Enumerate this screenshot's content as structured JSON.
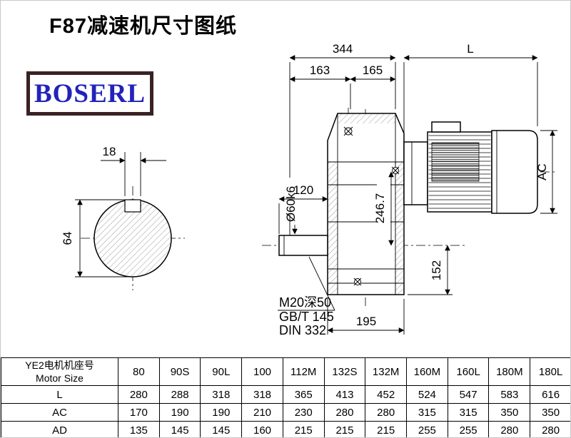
{
  "page": {
    "title": "F87减速机尺寸图纸",
    "logo_text": "BOSERL",
    "colors": {
      "logo_text": "#2222bb",
      "logo_border": "#3a2223"
    }
  },
  "drawing": {
    "dims": {
      "overall_width": "344",
      "motor_length": "L",
      "seg_left": "163",
      "seg_right": "165",
      "shaft_length": "120",
      "shaft_dia_callout": "Ø60k6",
      "axis_to_motor_center": "246.7",
      "axis_to_base": "152",
      "base_width": "195",
      "motor_dia": "AC",
      "keyway_width": "18",
      "shaft_end_dia": "64"
    },
    "notes": {
      "tapped_hole": "M20深50",
      "standard_1": "GB/T 145",
      "standard_2": "DIN 332"
    }
  },
  "table": {
    "header_cn": "YE2电机机座号",
    "header_en": "Motor Size",
    "sizes": [
      "80",
      "90S",
      "90L",
      "100",
      "112M",
      "132S",
      "132M",
      "160M",
      "160L",
      "180M",
      "180L"
    ],
    "rows": [
      {
        "label": "L",
        "values": [
          "280",
          "288",
          "318",
          "318",
          "365",
          "413",
          "452",
          "524",
          "547",
          "583",
          "616"
        ]
      },
      {
        "label": "AC",
        "values": [
          "170",
          "190",
          "190",
          "210",
          "230",
          "280",
          "280",
          "315",
          "315",
          "350",
          "350"
        ]
      },
      {
        "label": "AD",
        "values": [
          "135",
          "145",
          "145",
          "160",
          "215",
          "215",
          "215",
          "255",
          "255",
          "280",
          "280"
        ]
      }
    ]
  }
}
